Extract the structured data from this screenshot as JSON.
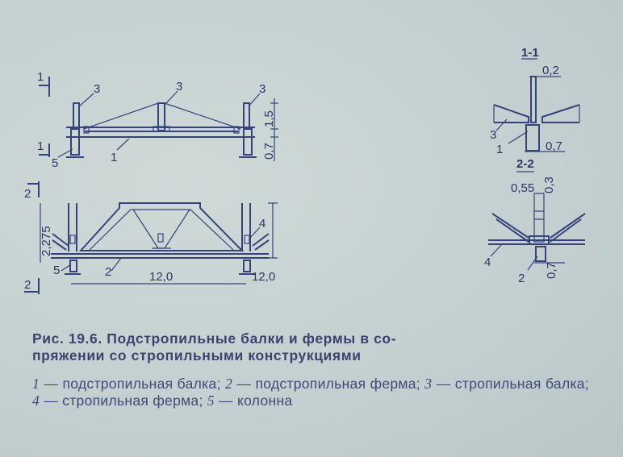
{
  "figure": {
    "caption_line1": "Рис. 19.6. Подстропильные балки и фермы в со-",
    "caption_line2": "пряжении со стропильными конструкциями",
    "legend": [
      {
        "num": "1",
        "text": " — подстропильная балка; "
      },
      {
        "num": "2",
        "text": " — подстропильная ферма; "
      },
      {
        "num": "3",
        "text": " — стропильная балка; "
      },
      {
        "num": "4",
        "text": " — стропильная ферма; "
      },
      {
        "num": "5",
        "text": " — колонна"
      }
    ]
  },
  "diagram": {
    "section_marks": {
      "s1": "1",
      "s2": "2"
    },
    "labels": {
      "l1": "1",
      "l2": "2",
      "l3": "3",
      "l4": "4",
      "l5": "5"
    },
    "dimensions": {
      "beam_height": "1,5",
      "beam_base": "0,7",
      "truss_height": "2,275",
      "span": "12,0",
      "span_right": "12,0",
      "sec1_web": "0,2",
      "sec1_base": "0,7",
      "sec2_a": "0,55",
      "sec2_b": "0,3",
      "sec2_base": "0,7"
    },
    "section_titles": {
      "sec1": "1-1",
      "sec2": "2-2"
    }
  }
}
